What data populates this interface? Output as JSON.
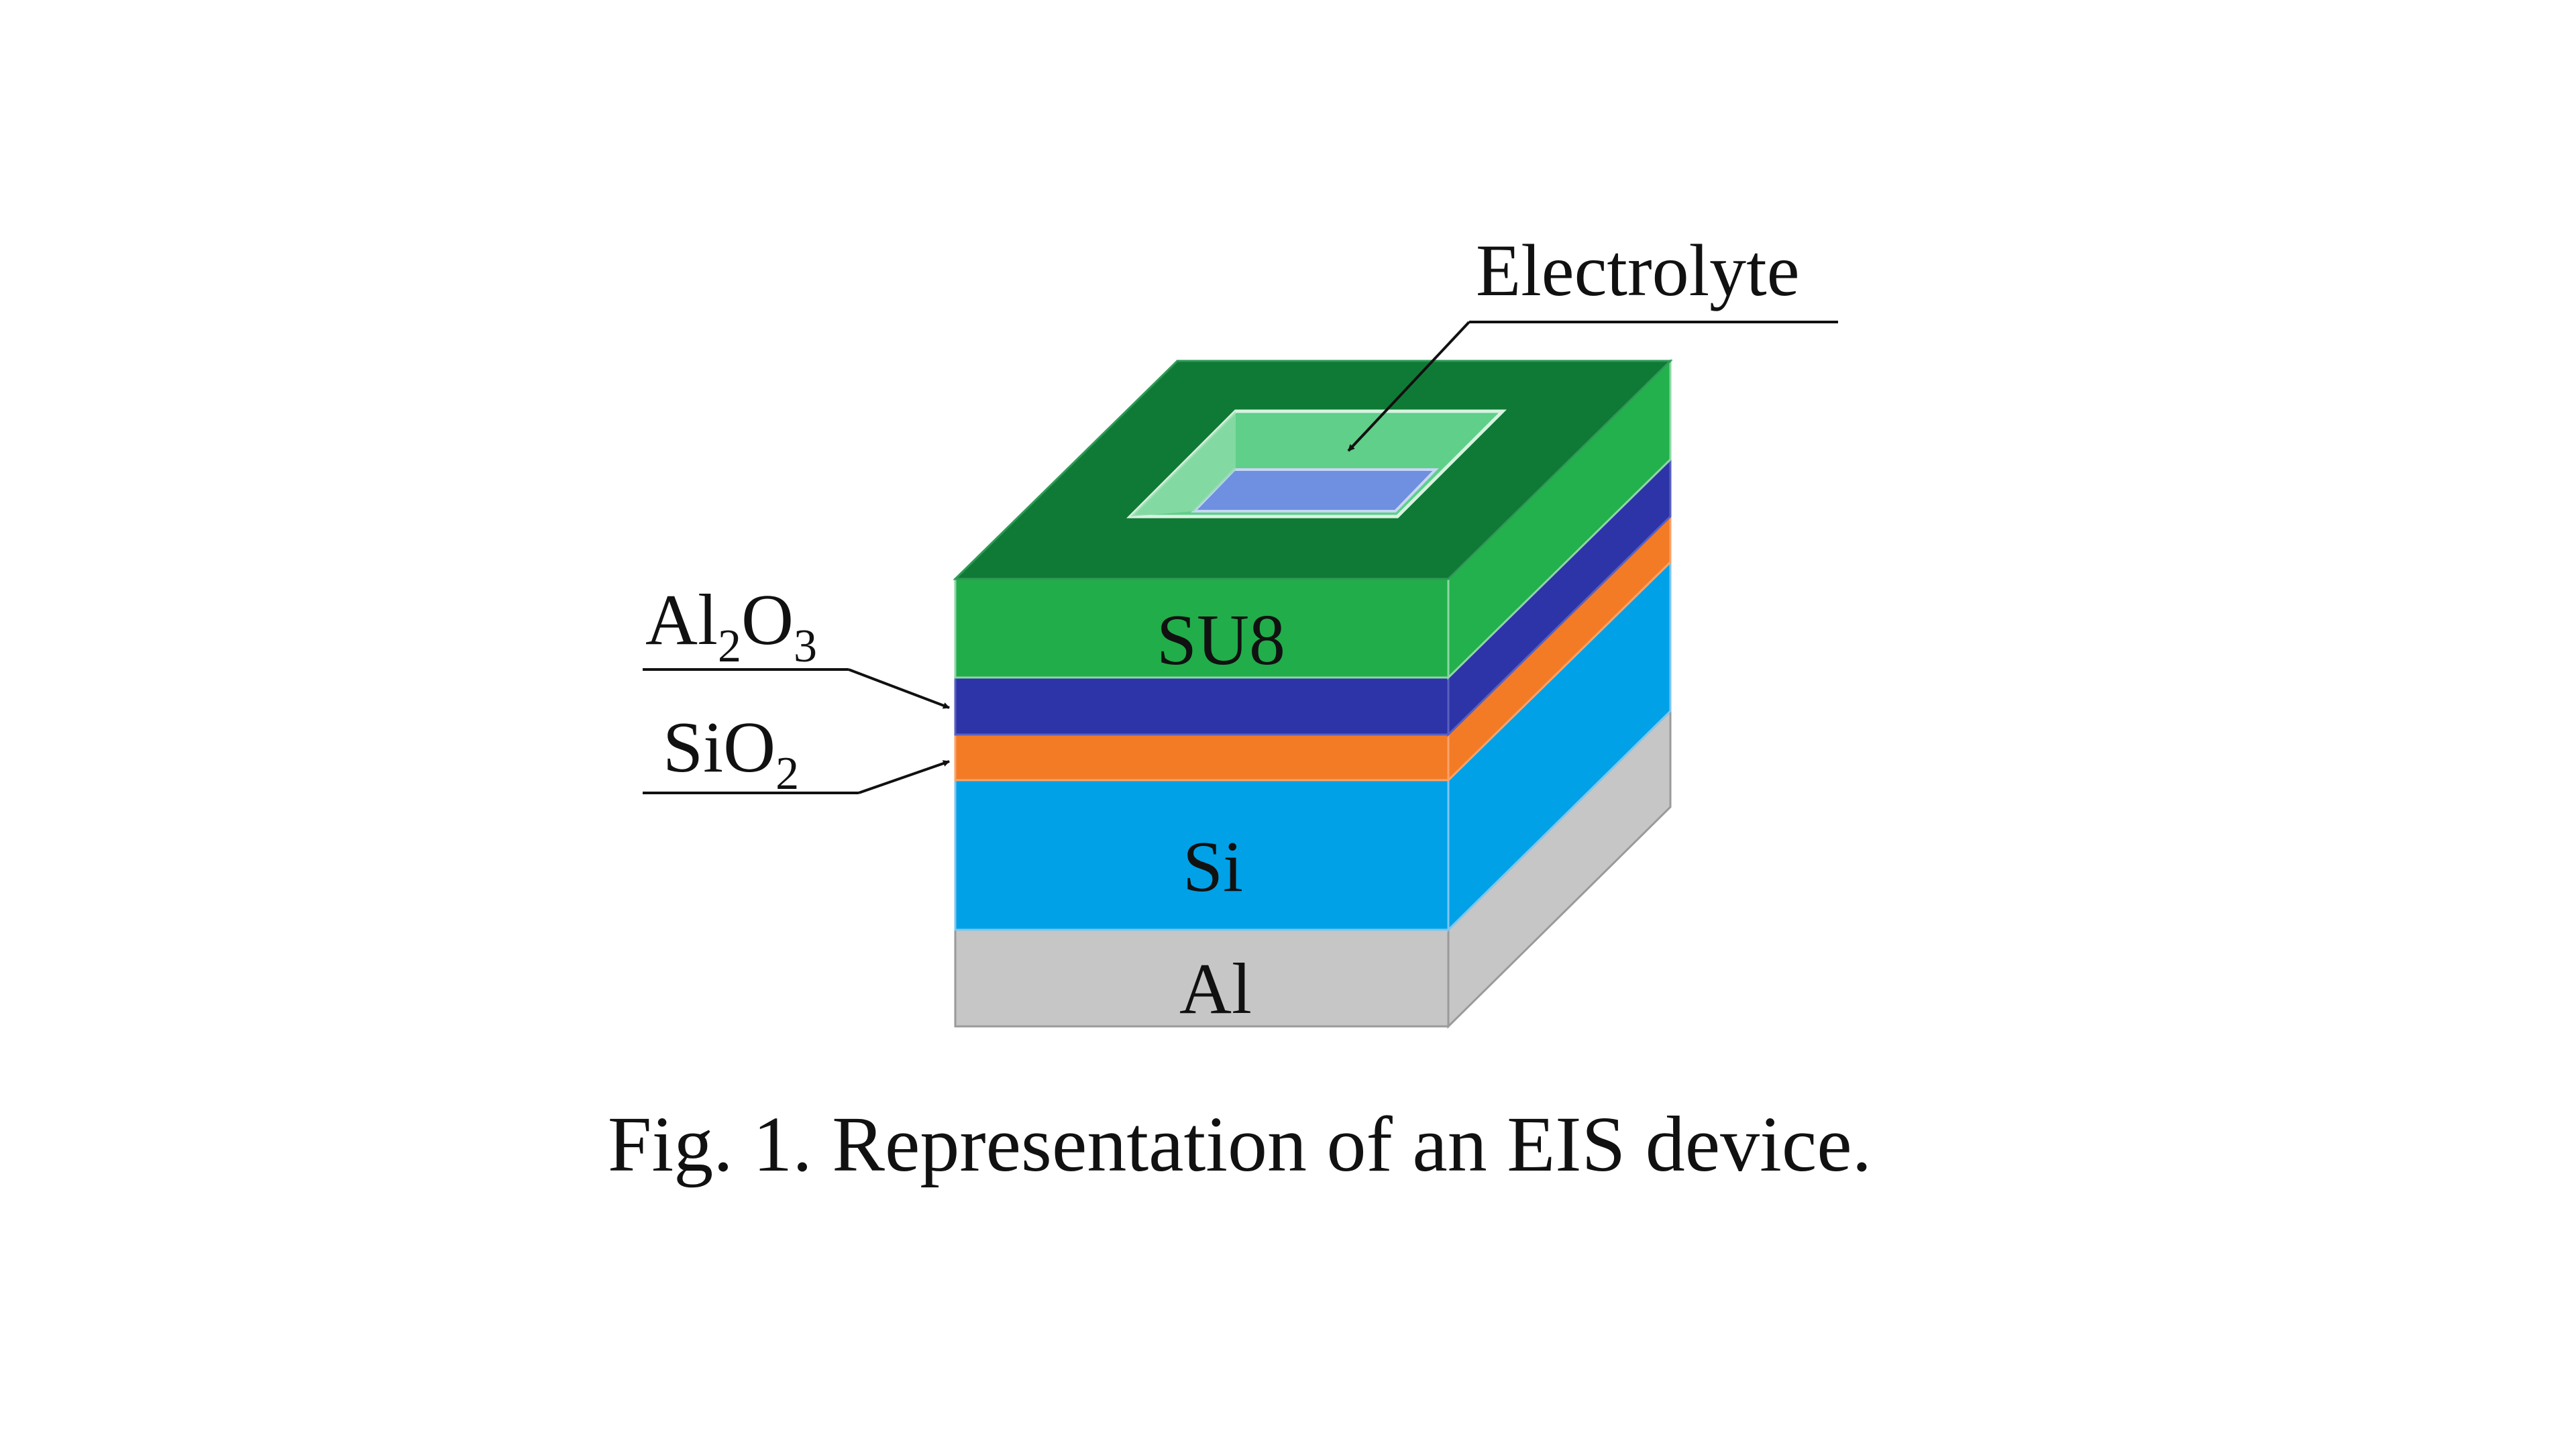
{
  "diagram": {
    "labels": {
      "electrolyte": "Electrolyte",
      "al2o3": {
        "base1": "Al",
        "sub1": "2",
        "base2": "O",
        "sub2": "3"
      },
      "sio2": {
        "base": "SiO",
        "sub": "2"
      },
      "su8": "SU8",
      "si": "Si",
      "al": "Al"
    },
    "caption": "Fig. 1. Representation of an EIS device."
  },
  "colors": {
    "su8_front": "#21ad4a",
    "su8_top": "#0f7a35",
    "su8_side": "#22b14c",
    "well_outer": "#5fcf8a",
    "well_inner": "#6f8fe0",
    "al2o3": "#2d34a8",
    "sio2": "#f47b25",
    "si": "#00a1e6",
    "al": "#c6c6c6",
    "outline": "#9a9a9a",
    "text": "#111111"
  }
}
